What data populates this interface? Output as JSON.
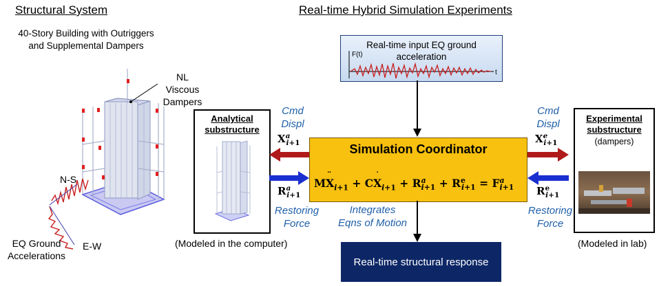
{
  "left": {
    "heading": "Structural System",
    "subtitle_line1": "40-Story Building with Outriggers",
    "subtitle_line2": "and Supplemental Dampers",
    "dampers_line1": "NL Viscous",
    "dampers_line2": "Dampers",
    "ns": "N-S",
    "ew": "E-W",
    "eq_line1": "EQ Ground",
    "eq_line2": "Accelerations"
  },
  "right": {
    "heading": "Real-time Hybrid Simulation Experiments",
    "input_line1": "Real-time input EQ ground",
    "input_line2": "acceleration",
    "input_axis_y": "F(t)",
    "input_axis_x": "t",
    "coordinator_title": "Simulation Coordinator",
    "analytical_line1": "Analytical",
    "analytical_line2": "substructure",
    "analytical_note": "(Modeled in the computer)",
    "experimental_line1": "Experimental",
    "experimental_line2": "substructure",
    "experimental_sub": "(dampers)",
    "experimental_note": "(Modeled in lab)",
    "cmd_line1": "Cmd",
    "cmd_line2": "Displ",
    "restoring_line1": "Restoring",
    "restoring_line2": "Force",
    "integrates_line1": "Integrates",
    "integrates_line2": "Eqns of Motion",
    "response": "Real-time structural response"
  },
  "colors": {
    "coordinator_fill": "#f8c10f",
    "response_fill": "#0d2766",
    "cmd_arrow": "#b01a1a",
    "force_arrow": "#1a2fd0",
    "label_blue": "#1f5fa8",
    "ground_motion": "#c81e1e"
  }
}
